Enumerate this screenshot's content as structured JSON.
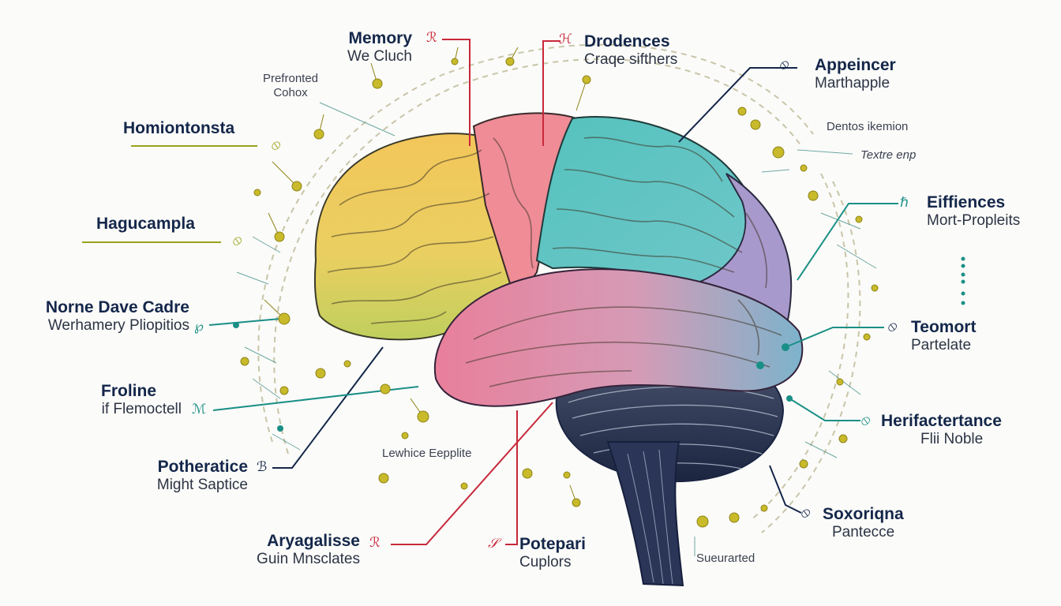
{
  "colors": {
    "navy": "#14274a",
    "red": "#c8283a",
    "olive": "#9aa21a",
    "teal": "#1a8f86",
    "dot_gold": "#c8ba2a",
    "frontal": "#f0c85a",
    "frontal_low": "#cfd35e",
    "motor": "#ee8d98",
    "parietal": "#5fc6bf",
    "occipital": "#a797c9",
    "temporal": "#e8849e",
    "temporal_low": "#7fb9cf",
    "cerebellum": "#1f2a44"
  },
  "labels": {
    "memory": {
      "title": "Memory",
      "sub": "We Cluch",
      "glyph": "ℛ"
    },
    "drodences": {
      "title": "Drodences",
      "sub": "Craqe sifthers",
      "glyph": "ℋ"
    },
    "appeincer": {
      "title": "Appeincer",
      "sub": "Marthapple",
      "glyph": "⦸"
    },
    "prefronted": {
      "l1": "Prefronted",
      "l2": "Cohox"
    },
    "homiontonsta": {
      "title": "Homiontonsta",
      "glyph": "⦸"
    },
    "hagucampla": {
      "title": "Hagucampla",
      "glyph": "⦸"
    },
    "norne": {
      "title": "Norne Dave Cadre",
      "sub": "Werhamery Pliopitios",
      "glyph": "℘"
    },
    "froline": {
      "title": "Froline",
      "sub": "if Flemoctell",
      "glyph": "ℳ"
    },
    "potheratice": {
      "title": "Potheratice",
      "sub": "Might Saptice",
      "glyph": "ℬ"
    },
    "aryagalisse": {
      "title": "Aryagalisse",
      "sub": "Guin Mnsclates",
      "glyph": "ℛ"
    },
    "potepari": {
      "title": "Potepari",
      "sub": "Cuplors",
      "glyph": "𝒮"
    },
    "lewhice": {
      "text": "Lewhice Eepplite"
    },
    "dentos": {
      "text": "Dentos ikemion"
    },
    "textre": {
      "text": "Textre enp"
    },
    "eiffiences": {
      "title": "Eiffiences",
      "sub": "Mort-Propleits",
      "glyph": "ℏ"
    },
    "teomort": {
      "title": "Teomort",
      "sub": "Partelate",
      "glyph": "⦸"
    },
    "herifactertance": {
      "title": "Herifactertance",
      "sub": "Flii Noble",
      "glyph": "⦸"
    },
    "soxoriqna": {
      "title": "Soxoriqna",
      "sub": "Pantecce",
      "glyph": "⦸"
    },
    "sueurarted": {
      "text": "Sueurarted"
    }
  }
}
